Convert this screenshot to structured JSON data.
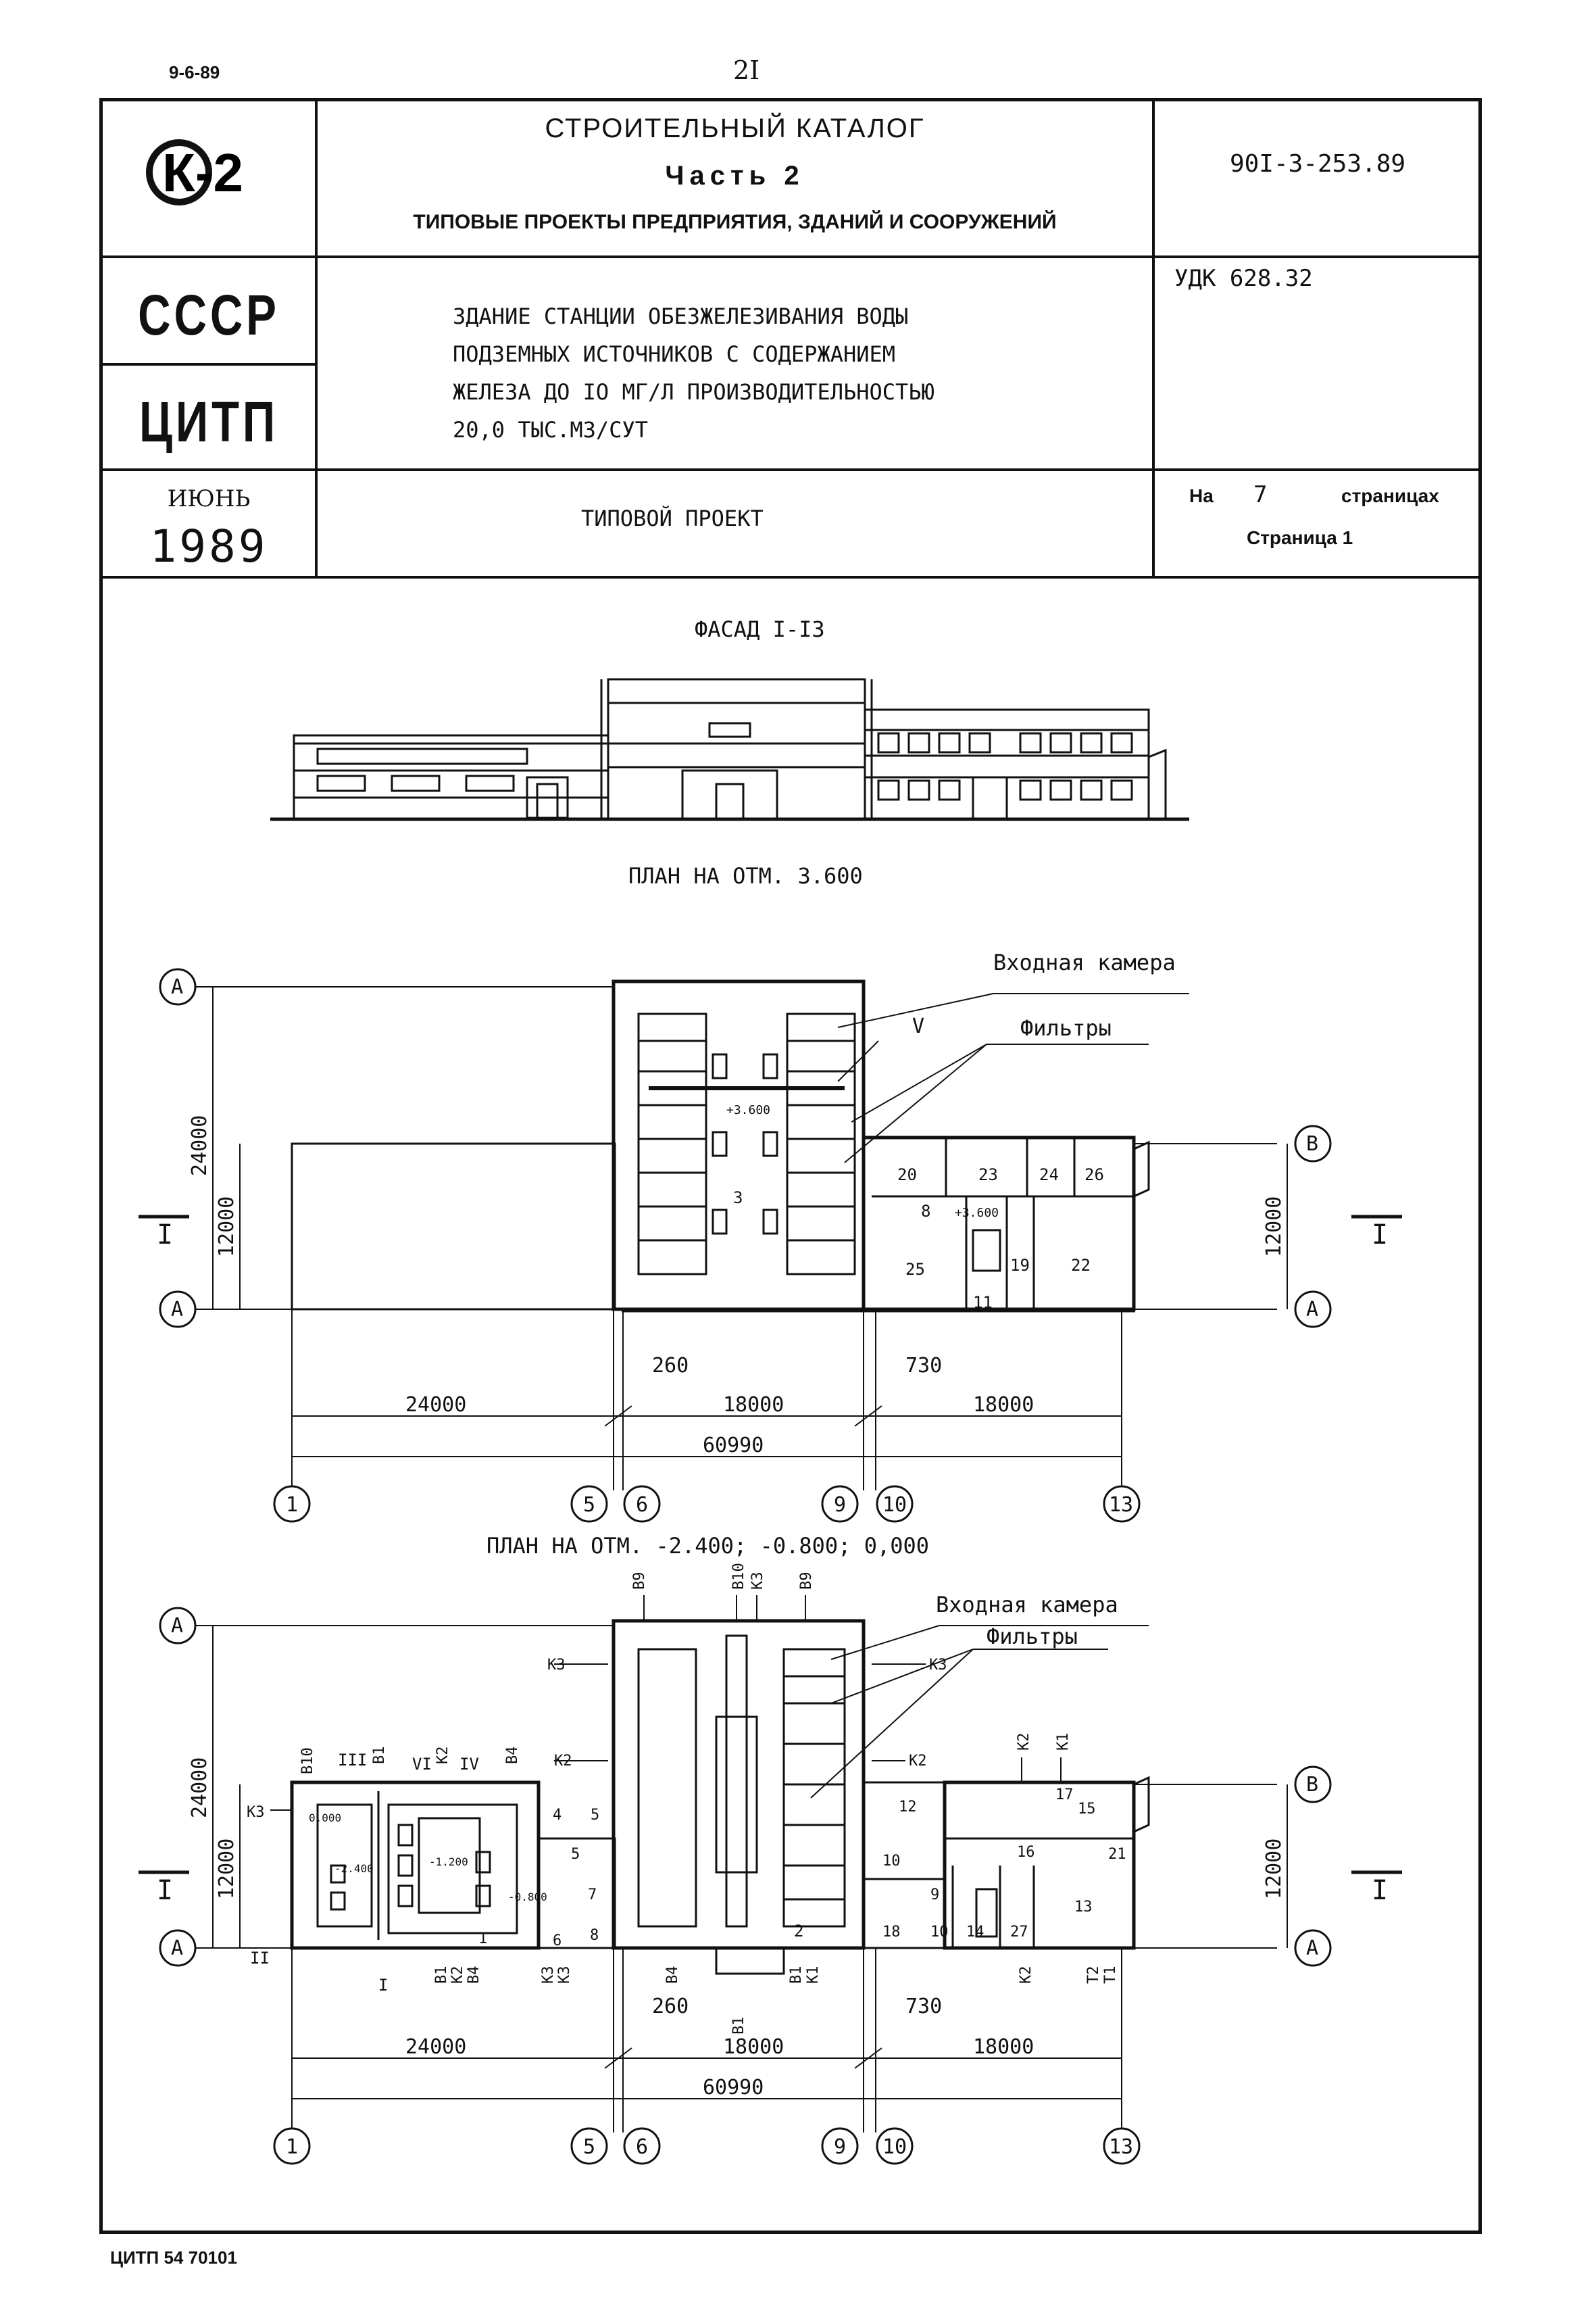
{
  "header": {
    "date": "9-6-89",
    "page_number": "2I"
  },
  "title_block": {
    "logo_text": "К-2",
    "catalog_title": "СТРОИТЕЛЬНЫЙ КАТАЛОГ",
    "catalog_part": "Часть 2",
    "catalog_subtitle": "ТИПОВЫЕ ПРОЕКТЫ ПРЕДПРИЯТИЯ, ЗДАНИЙ И СООРУЖЕНИЙ",
    "project_code": "90I-3-253.89",
    "ussr": "СССР",
    "citp": "ЦИТП",
    "udk": "УДК 628.32",
    "description_lines": [
      "ЗДАНИЕ СТАНЦИИ ОБЕЗЖЕЛЕЗИВАНИЯ ВОДЫ",
      "ПОДЗЕМНЫХ ИСТОЧНИКОВ С СОДЕРЖАНИЕМ",
      "ЖЕЛЕЗА ДО IO МГ/Л ПРОИЗВОДИТЕЛЬНОСТЬЮ",
      "20,0 ТЫС.М3/СУТ"
    ],
    "month": "ИЮНЬ",
    "year": "1989",
    "project_type": "ТИПОВОЙ ПРОЕКТ",
    "pages_prefix": "На",
    "pages_count": "7",
    "pages_word": "страницах",
    "page_label": "Страница 1"
  },
  "drawing": {
    "facade_title": "ФАСАД I-I3",
    "plan1_title": "ПЛАН НА ОТМ. 3.600",
    "plan2_title": "ПЛАН НА ОТМ. -2.400; -0.800; 0,000",
    "label_inlet_chamber": "Входная камера",
    "label_filters": "Фильтры",
    "plan1": {
      "axes_bottom": [
        "1",
        "5",
        "6",
        "9",
        "10",
        "13"
      ],
      "axes_side": [
        "А",
        "В"
      ],
      "dims": [
        "24000",
        "18000",
        "18000",
        "60990",
        "260",
        "730"
      ],
      "height_dims": [
        "24000",
        "12000"
      ],
      "section_mark": "I",
      "rooms": [
        "3",
        "20",
        "23",
        "24",
        "26",
        "8",
        "25",
        "19",
        "22",
        "11"
      ],
      "elevations": [
        "+3.600",
        "+3.600"
      ],
      "callout": "V"
    },
    "plan2": {
      "axes_bottom": [
        "1",
        "5",
        "6",
        "9",
        "10",
        "13"
      ],
      "axes_side": [
        "А",
        "В"
      ],
      "dims": [
        "24000",
        "18000",
        "18000",
        "60990",
        "260",
        "730"
      ],
      "height_dims": [
        "24000",
        "12000"
      ],
      "section_mark": "I",
      "pipe_labels": [
        "В9",
        "В10",
        "К3",
        "В9",
        "К3",
        "К3",
        "К2",
        "К2",
        "В10",
        "В1",
        "К2",
        "В4",
        "К3",
        "К2",
        "К1",
        "В1",
        "К2",
        "В4",
        "В4",
        "В1",
        "К1",
        "К2",
        "Т2",
        "Т1",
        "В1",
        "К3",
        "К3"
      ],
      "rooms": [
        "1",
        "2",
        "4",
        "5",
        "5",
        "6",
        "7",
        "8",
        "9",
        "10",
        "10",
        "12",
        "13",
        "14",
        "15",
        "16",
        "17",
        "18",
        "21",
        "27"
      ],
      "callouts": [
        "III",
        "II",
        "I",
        "IV",
        "VI"
      ],
      "elevations": [
        "0.000",
        "-2.400",
        "-1.200",
        "-0.800"
      ]
    }
  },
  "footer": {
    "stamp": "ЦИТП 54 70101"
  }
}
